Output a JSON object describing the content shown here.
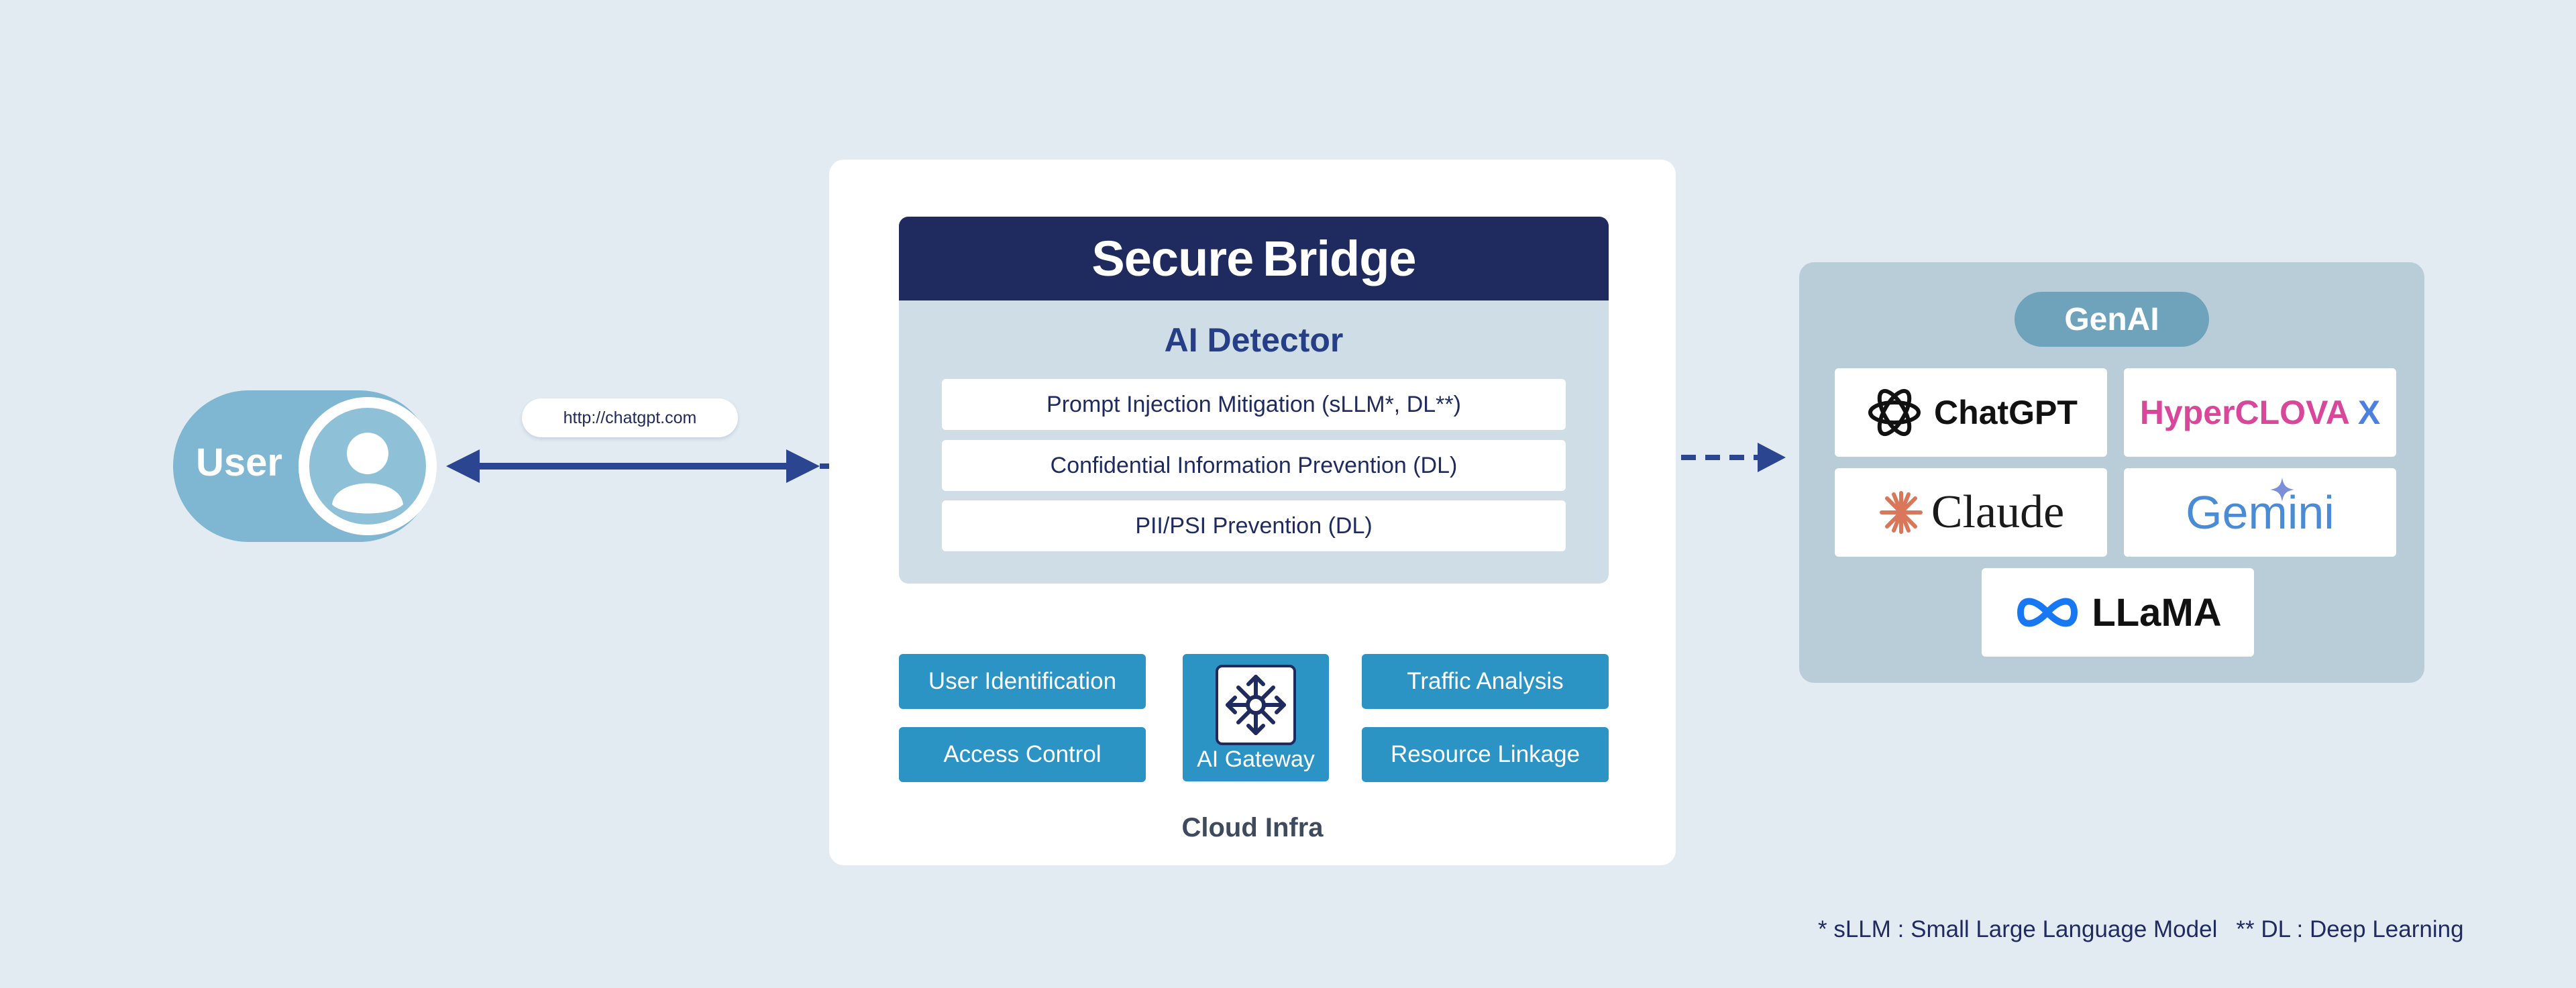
{
  "user": {
    "label": "User",
    "url": "http://chatgpt.com"
  },
  "secure_bridge": {
    "logo_text_a": "Se",
    "logo_text_b": "cure",
    "logo_text_c": "Bridge",
    "detector_title": "AI Detector",
    "rows": [
      "Prompt Injection Mitigation (sLLM*, DL**)",
      "Confidential Information Prevention (DL)",
      "PII/PSI Prevention (DL)"
    ]
  },
  "cloud": {
    "label": "Cloud Infra",
    "user_identification": "User Identification",
    "access_control": "Access Control",
    "gateway_label": "AI Gateway",
    "traffic_analysis": "Traffic Analysis",
    "resource_linkage": "Resource Linkage"
  },
  "genai": {
    "title": "GenAI",
    "models": {
      "chatgpt": "ChatGPT",
      "hyperclova_a": "HyperCLOVA",
      "hyperclova_b": "X",
      "claude": "Claude",
      "gemini": "Gemini",
      "llama": "LLaMA"
    }
  },
  "footnotes": {
    "sllm": "* sLLM : Small Large Language Model",
    "dl": "** DL : Deep Learning"
  },
  "colors": {
    "background": "#e2ebf2",
    "navy": "#1f2b5e",
    "accent_blue": "#2c94c4",
    "arrow_blue": "#2b4590",
    "user_blue": "#7fb6d1",
    "genai_panel": "#b9cdd8"
  }
}
